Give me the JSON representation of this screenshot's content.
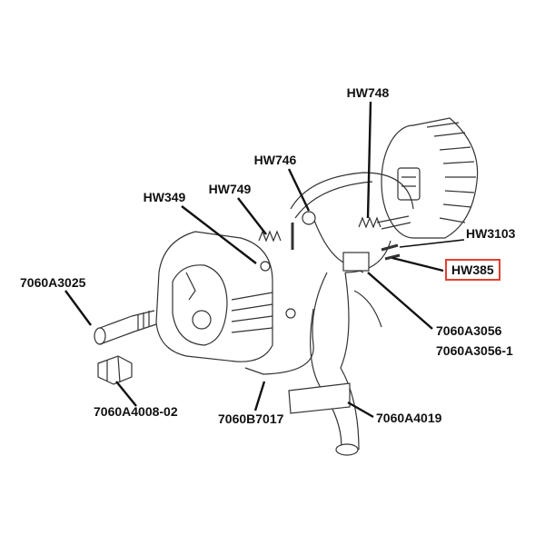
{
  "diagram": {
    "type": "exploded parts diagram",
    "highlight_color": "#e0412f",
    "labels": {
      "hw748": "HW748",
      "hw746": "HW746",
      "hw749": "HW749",
      "hw349": "HW349",
      "hw3103": "HW3103",
      "hw385": "HW385",
      "p7060a3025": "7060A3025",
      "p7060a3056": "7060A3056",
      "p7060a3056_1": "7060A3056-1",
      "p7060a4008_02": "7060A4008-02",
      "p7060b7017": "7060B7017",
      "p7060a4019": "7060A4019"
    },
    "highlighted_part": "HW385"
  }
}
